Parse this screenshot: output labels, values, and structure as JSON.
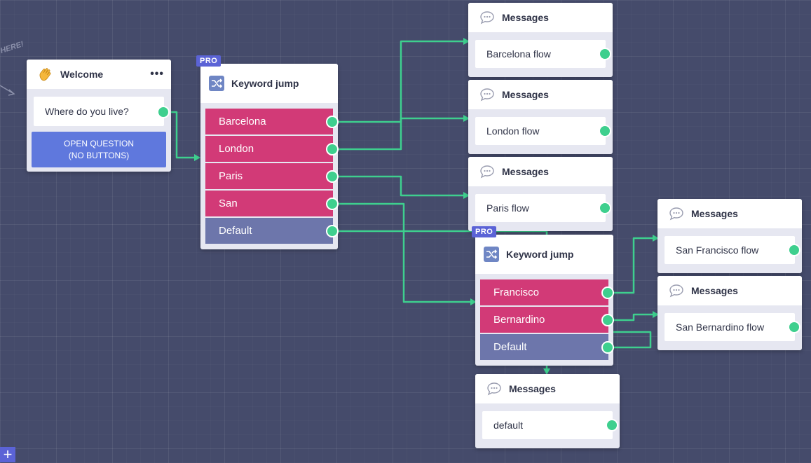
{
  "annotation": {
    "here_text": "HERE!"
  },
  "welcome": {
    "icon": "waving-hand-icon",
    "title": "Welcome",
    "menu_label": "•••",
    "question": "Where do you live?",
    "type_label_line1": "OPEN QUESTION",
    "type_label_line2": "(NO BUTTONS)"
  },
  "pro_label": "PRO",
  "keyword1": {
    "icon": "shuffle-icon",
    "title": "Keyword jump",
    "rows": [
      {
        "label": "Barcelona",
        "kind": "keyword"
      },
      {
        "label": "London",
        "kind": "keyword"
      },
      {
        "label": "Paris",
        "kind": "keyword"
      },
      {
        "label": "San",
        "kind": "keyword"
      },
      {
        "label": "Default",
        "kind": "default"
      }
    ]
  },
  "keyword2": {
    "icon": "shuffle-icon",
    "title": "Keyword jump",
    "rows": [
      {
        "label": "Francisco",
        "kind": "keyword"
      },
      {
        "label": "Bernardino",
        "kind": "keyword"
      },
      {
        "label": "Default",
        "kind": "default"
      }
    ]
  },
  "messages": {
    "icon": "speech-bubble-icon",
    "title": "Messages",
    "barcelona": "Barcelona flow",
    "london": "London flow",
    "paris": "Paris flow",
    "san_francisco": "San Francisco flow",
    "san_bernardino": "San Bernardino flow",
    "default": "default"
  },
  "toolbar": {
    "add_label": "+"
  },
  "colors": {
    "canvas": "#454b6b",
    "keyword_row": "#d23a77",
    "default_row": "#6d76ab",
    "connector": "#3ecf8e",
    "pro_badge": "#5b63d6",
    "open_question": "#5f78dd"
  }
}
